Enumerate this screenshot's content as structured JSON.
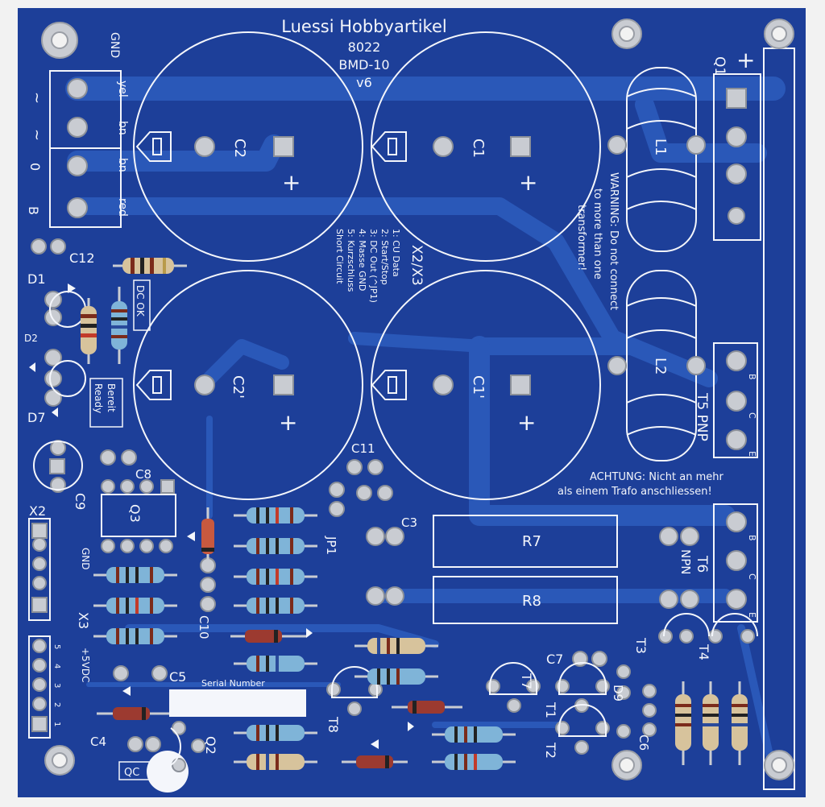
{
  "header": {
    "maker": "Luessi Hobbyartikel",
    "part_no": "8022",
    "model": "BMD-10",
    "version": "v6"
  },
  "connector_main": {
    "gnd": "GND",
    "pins": [
      "~",
      "~",
      "0",
      "B"
    ],
    "wires": [
      "yel",
      "bn",
      "bn",
      "red"
    ]
  },
  "caps": {
    "c1": "C1",
    "c2": "C2",
    "c1b": "C1'",
    "c2b": "C2'",
    "plus": "+"
  },
  "pinout": {
    "title": "X2/X3",
    "lines": [
      "1: CU Data",
      "2: Start/Stop",
      "3: DC Out (^JP1)",
      "4: Masse GND",
      "5: Kurzschluss",
      "Short Circuit"
    ]
  },
  "warnings": {
    "en": [
      "WARNING: Do not connect",
      "to more than one",
      "transformer!"
    ],
    "de": [
      "ACHTUNG: Nicht an mehr",
      "als einem Trafo anschliessen!"
    ]
  },
  "inductors": {
    "l1": "L1",
    "l2": "L2"
  },
  "transistors": {
    "q1": "Q1",
    "q1_plus": "+",
    "t5": "T5 PNP",
    "t6": "T6",
    "t6_type": "NPN",
    "pins": [
      "B",
      "C",
      "E"
    ],
    "t1": "T1",
    "t2": "T2",
    "t3": "T3",
    "t4": "T4",
    "t7": "T7",
    "t8": "T8",
    "q2": "Q2",
    "q3": "Q3"
  },
  "resistors": {
    "r7": "R7",
    "r8": "R8"
  },
  "labels": {
    "c12": "C12",
    "d1": "D1",
    "d2": "D2",
    "d7": "D7",
    "dc_ok": "DC OK",
    "bereit": "Bereit",
    "ready": "Ready",
    "c8": "C8",
    "c9": "C9",
    "c11": "C11",
    "c3": "C3",
    "jp1": "JP1",
    "c10": "C10",
    "c5": "C5",
    "c7": "C7",
    "d9": "D9",
    "c6": "C6",
    "c4": "C4",
    "qc": "QC",
    "x2": "X2",
    "x3": "X3",
    "gnd2": "GND",
    "vdc": "+5VDC",
    "x3_pins": [
      "5",
      "4",
      "3",
      "2",
      "1"
    ],
    "serial": "Serial Number"
  },
  "colors": {
    "board": "#1d3f99",
    "trace": "#2a58b8",
    "silk": "#f4f6fb",
    "pad": "#c9ccd2",
    "background": "#f2f2f2"
  }
}
